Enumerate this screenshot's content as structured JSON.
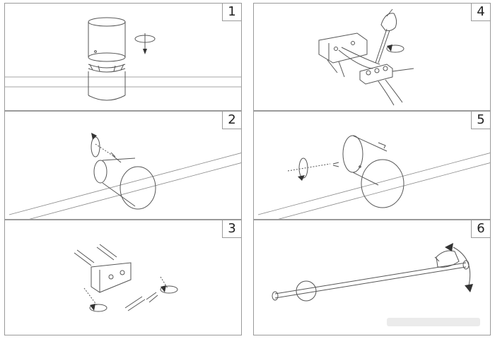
{
  "panels": [
    {
      "number": "1"
    },
    {
      "number": "2"
    },
    {
      "number": "3"
    },
    {
      "number": "4"
    },
    {
      "number": "5"
    },
    {
      "number": "6"
    }
  ],
  "icons": [
    "rotation-arrow-icon",
    "screw-icon",
    "hand-icon",
    "screwdriver-icon",
    "wall-anchor-icon"
  ]
}
